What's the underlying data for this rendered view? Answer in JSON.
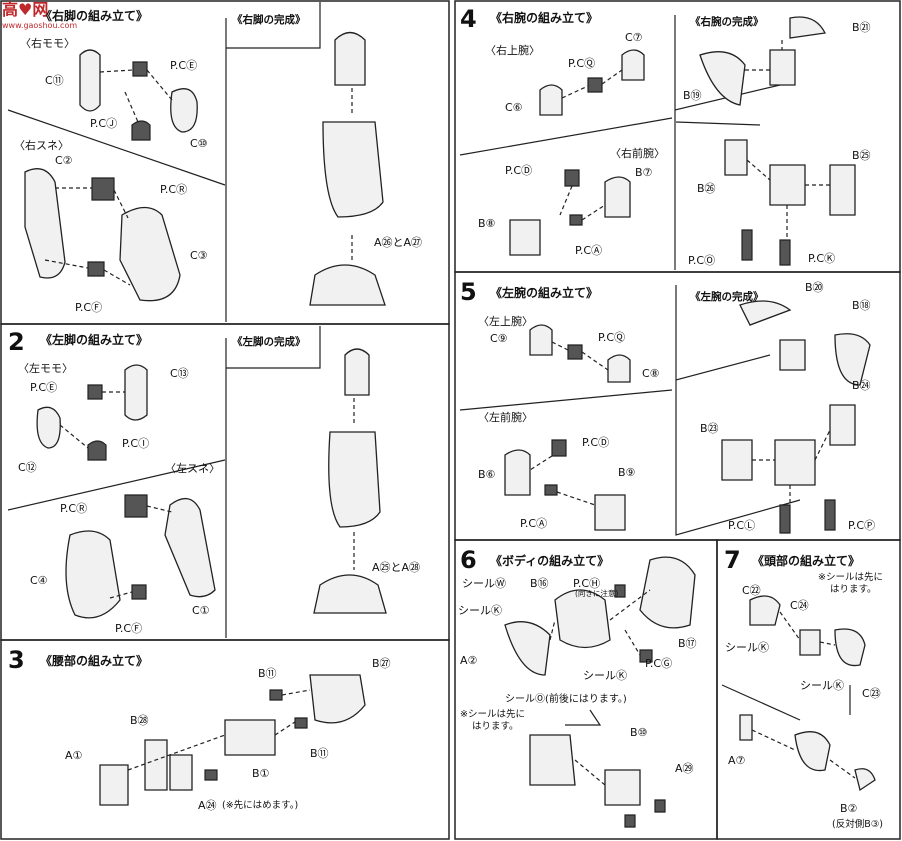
{
  "watermark": {
    "logo": "高♥网",
    "url": "www.gaoshou.com"
  },
  "steps": [
    {
      "number": "1",
      "title": "《右脚の組み立て》",
      "finished": "《右脚の完成》",
      "sub1": "〈右モモ〉",
      "sub2": "〈右スネ〉",
      "labels": [
        "C⑪",
        "P.CⒺ",
        "P.CⒿ",
        "C⑩",
        "C②",
        "P.CⓇ",
        "C③",
        "P.CⒻ",
        "A㉖とA㉗"
      ]
    },
    {
      "number": "2",
      "title": "《左脚の組み立て》",
      "finished": "《左脚の完成》",
      "sub1": "〈左モモ〉",
      "sub2": "〈左スネ〉",
      "labels": [
        "P.CⒺ",
        "C⑬",
        "P.CⒾ",
        "C⑫",
        "P.CⓇ",
        "C④",
        "C①",
        "P.CⒻ",
        "A㉕とA㉘"
      ]
    },
    {
      "number": "3",
      "title": "《腰部の組み立て》",
      "labels": [
        "B⑪",
        "B㉗",
        "B㉘",
        "A①",
        "B⑪",
        "B①",
        "A㉔",
        "(※先にはめます。)"
      ]
    },
    {
      "number": "4",
      "title": "《右腕の組み立て》",
      "finished": "《右腕の完成》",
      "sub1": "〈右上腕〉",
      "sub2": "〈右前腕〉",
      "labels": [
        "C⑦",
        "P.CⓆ",
        "C⑥",
        "B㉑",
        "B⑲",
        "P.CⒹ",
        "B⑦",
        "B㉕",
        "B㉖",
        "B⑧",
        "P.CⒶ",
        "P.CⓄ",
        "P.CⓀ"
      ]
    },
    {
      "number": "5",
      "title": "《左腕の組み立て》",
      "finished": "《左腕の完成》",
      "sub1": "〈左上腕〉",
      "sub2": "〈左前腕〉",
      "labels": [
        "B⑳",
        "C⑨",
        "P.CⓆ",
        "B⑱",
        "C⑧",
        "B㉔",
        "P.CⒹ",
        "B㉓",
        "B⑥",
        "B⑨",
        "P.CⒶ",
        "P.CⓁ",
        "P.CⓅ"
      ]
    },
    {
      "number": "6",
      "title": "《ボディの組み立て》",
      "labels": [
        "シールⓌ",
        "B⑯",
        "P.CⒽ",
        "(向きに注意)",
        "シールⓀ",
        "B⑰",
        "A②",
        "シールⓀ",
        "P.CⒼ",
        "シールⓄ(前後にはります。)",
        "※シールは先に",
        "はります。",
        "B⑩",
        "A㉙"
      ]
    },
    {
      "number": "7",
      "title": "《頭部の組み立て》",
      "labels": [
        "※シールは先に",
        "はります。",
        "C㉒",
        "C㉔",
        "シールⓀ",
        "シールⓀ",
        "C㉓",
        "A⑦",
        "B②",
        "(反対側B③)"
      ]
    }
  ]
}
